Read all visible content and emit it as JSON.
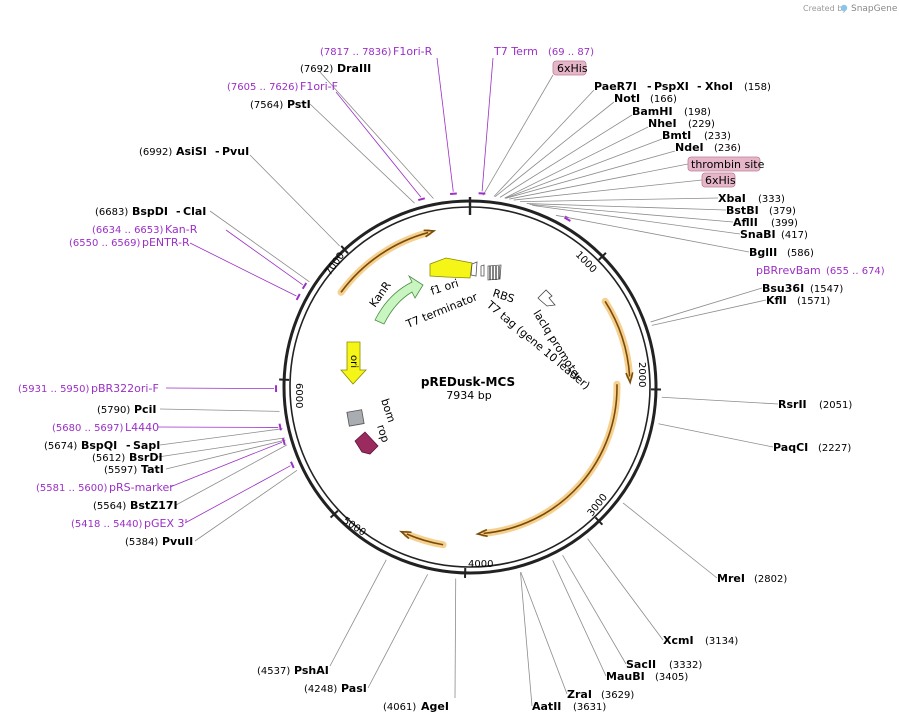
{
  "credit": {
    "created_by": "Created by",
    "app": "SnapGene"
  },
  "plasmid": {
    "name": "pREDusk-MCS",
    "size": "7934 bp"
  },
  "ticks": [
    "1000",
    "2000",
    "3000",
    "4000",
    "5000",
    "6000",
    "7000"
  ],
  "features": {
    "f1ori": "f1 ori",
    "t7term": "T7 terminator",
    "rbs": "RBS",
    "t7tag": "T7 tag (gene 10 leader)",
    "laciq": "lacIq promoter",
    "kanr": "KanR",
    "ori": "ori",
    "bom": "bom",
    "rop": "rop"
  },
  "top_primers": {
    "f1ori_r": {
      "range": "(7817 .. 7836)",
      "name": "F1ori-R"
    },
    "t7_term": {
      "name": "T7 Term",
      "range": "(69 .. 87)"
    },
    "f1ori_f": {
      "range": "(7605 .. 7626)",
      "name": "F1ori-F"
    }
  },
  "right_labels": {
    "his1": "6xHis",
    "paer7i": "PaeR7I",
    "dash1": "-",
    "pspxi": "PspXI",
    "dash2": "-",
    "xhoi": "XhoI",
    "xhoi_pos": "(158)",
    "noti": "NotI",
    "noti_pos": "(166)",
    "bamhi": "BamHI",
    "bamhi_pos": "(198)",
    "nhei": "NheI",
    "nhei_pos": "(229)",
    "bmti": "BmtI",
    "bmti_pos": "(233)",
    "ndei": "NdeI",
    "ndei_pos": "(236)",
    "thrombin": "thrombin site",
    "his2": "6xHis",
    "xbai": "XbaI",
    "xbai_pos": "(333)",
    "bstbi": "BstBI",
    "bstbi_pos": "(379)",
    "aflii": "AflII",
    "aflii_pos": "(399)",
    "snabi": "SnaBI",
    "snabi_pos": "(417)",
    "bglii": "BglII",
    "bglii_pos": "(586)",
    "pbrrevbam": "pBRrevBam",
    "pbrrevbam_pos": "(655 .. 674)",
    "bsu36i": "Bsu36I",
    "bsu36i_pos": "(1547)",
    "kfli": "KflI",
    "kfli_pos": "(1571)",
    "rsrii": "RsrII",
    "rsrii_pos": "(2051)",
    "paqci": "PaqCI",
    "paqci_pos": "(2227)",
    "mrei": "MreI",
    "mrei_pos": "(2802)",
    "xcmi": "XcmI",
    "xcmi_pos": "(3134)",
    "sacii": "SacII",
    "sacii_pos": "(3332)",
    "maubi": "MauBI",
    "maubi_pos": "(3405)",
    "zrai": "ZraI",
    "zrai_pos": "(3629)",
    "aatii": "AatII",
    "aatii_pos": "(3631)",
    "agei": "AgeI",
    "agei_pos": "(4061)",
    "pasi": "PasI",
    "pasi_pos": "(4248)",
    "pshai": "PshAI",
    "pshai_pos": "(4537)"
  },
  "left_labels": {
    "drai_pos": "(7692)",
    "draiii": "DraIII",
    "psti_pos": "(7564)",
    "psti": "PstI",
    "asisi_pos": "(6992)",
    "asisi": "AsiSI",
    "dash3": "-",
    "pvui": "PvuI",
    "bspdi_pos": "(6683)",
    "bspdi": "BspDI",
    "dash4": "-",
    "clai": "ClaI",
    "kanr_range": "(6634 .. 6653)",
    "kanr_name": "Kan-R",
    "pentr_range": "(6550 .. 6569)",
    "pentr_name": "pENTR-R",
    "pbr322_range": "(5931 .. 5950)",
    "pbr322_name": "pBR322ori-F",
    "pcii_pos": "(5790)",
    "pcii": "PciI",
    "l4440_range": "(5680 .. 5697)",
    "l4440_name": "L4440",
    "bspqi_pos": "(5674)",
    "bspqi": "BspQI",
    "dash5": "-",
    "sapi": "SapI",
    "bsrdi_pos": "(5612)",
    "bsrdi": "BsrDI",
    "tati_pos": "(5597)",
    "tati": "TatI",
    "prs_range": "(5581 .. 5600)",
    "prs_name": "pRS-marker",
    "bstz17i_pos": "(5564)",
    "bstz17i": "BstZ17I",
    "pgex_range": "(5418 .. 5440)",
    "pgex_name": "pGEX 3'",
    "pvuii_pos": "(5384)",
    "pvuii": "PvuII"
  },
  "colors": {
    "ring": "#222222",
    "primer": "#9b2fc6",
    "orf_fill": "#f3c87a",
    "orf_line": "#7a4a08",
    "kanr": "#c8f5c0",
    "ori": "#f5f518",
    "rop": "#9b2a5e",
    "bom": "#a9acb0",
    "badge": "#e6b6c8"
  }
}
